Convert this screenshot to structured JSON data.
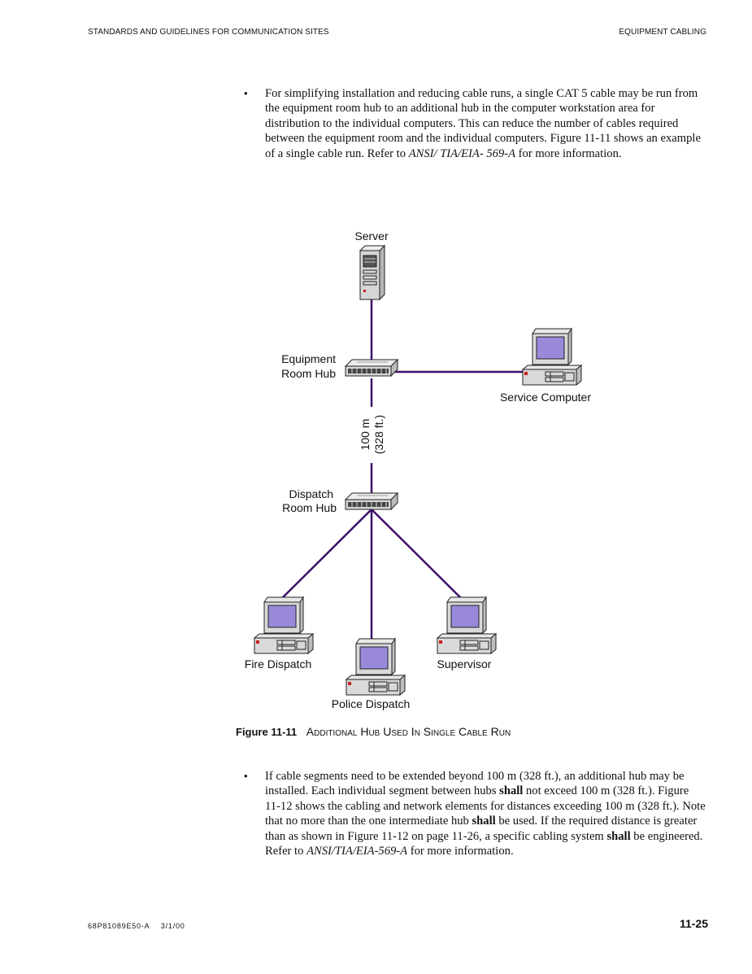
{
  "header": {
    "left": "Standards and Guidelines for Communication Sites",
    "right": "Equipment Cabling"
  },
  "bullet1": {
    "text_a": "For simplifying installation and reducing cable runs, a single CAT 5 cable may be run from the equipment room hub to an additional hub in the computer workstation area for distribution to the individual computers. This can reduce the number of cables required between the equipment room and the individual computers. Figure 11-11 shows an example of a single cable run. Refer to ",
    "ref": "ANSI/ TIA/EIA- 569-A",
    "text_b": " for more information."
  },
  "diagram": {
    "server": "Server",
    "equipment_hub_line1": "Equipment",
    "equipment_hub_line2": "Room Hub",
    "service_computer": "Service Computer",
    "distance_line1": "100 m",
    "distance_line2": "(328 ft.)",
    "dispatch_hub_line1": "Dispatch",
    "dispatch_hub_line2": "Room Hub",
    "fire_dispatch": "Fire Dispatch",
    "police_dispatch": "Police Dispatch",
    "supervisor": "Supervisor",
    "cable_color": "#3d0f6b",
    "screen_color": "#9a88d8"
  },
  "figure_caption": {
    "number": "Figure 11-11",
    "title": "Additional Hub Used In Single Cable Run"
  },
  "bullet2": {
    "t1": "If cable segments need to be extended beyond 100 m (328 ft.), an additional hub may be installed. Each individual segment between hubs ",
    "shall1": "shall",
    "t2": " not exceed 100 m (328 ft.). Figure 11-12 shows the cabling and network elements for distances exceeding 100 m (328 ft.). Note that no more than the one intermediate hub ",
    "shall2": "shall",
    "t3": " be used. If the required distance is greater than as shown in Figure 11-12 on page 11-26, a specific cabling system ",
    "shall3": "shall",
    "t4": " be engineered. Refer to ",
    "ref": "ANSI/TIA/EIA-569-A",
    "t5": " for more information."
  },
  "footer": {
    "doc_number": "68P81089E50-A",
    "date": "3/1/00",
    "page": "11-25"
  }
}
